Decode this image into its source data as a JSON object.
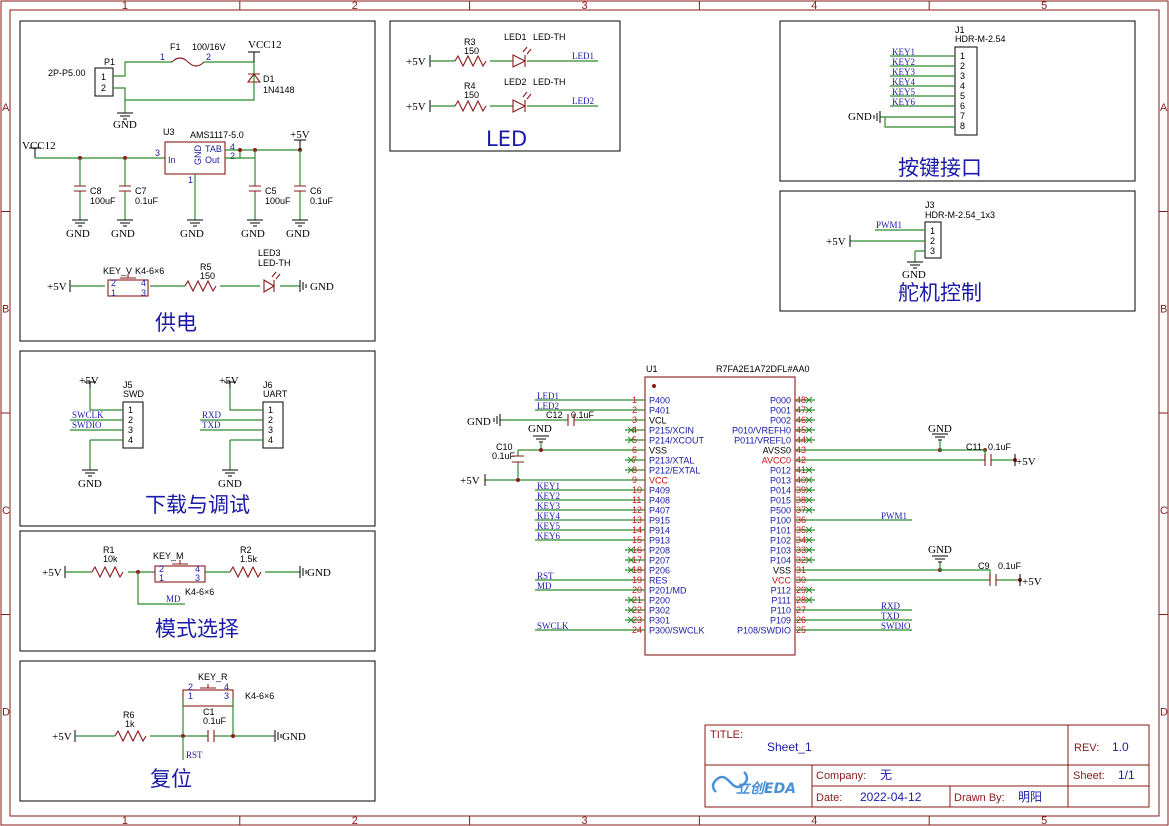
{
  "border": {
    "cols": [
      "1",
      "2",
      "3",
      "4",
      "5"
    ],
    "rows": [
      "A",
      "B",
      "C",
      "D"
    ]
  },
  "power": {
    "title": "供电",
    "p1_ref": "P1",
    "p1_value": "2P-P5.00",
    "p1_pins": [
      "1",
      "2"
    ],
    "f1_ref": "F1",
    "f1_value": "100/16V",
    "f1_pins": [
      "1",
      "2"
    ],
    "vcc12": "VCC12",
    "d1_ref": "D1",
    "d1_value": "1N4148",
    "gnd": "GND",
    "u3_ref": "U3",
    "u3_value": "AMS1117-5.0",
    "u3_in": "In",
    "u3_out": "Out",
    "u3_tab": "TAB",
    "u3_gnd": "GND",
    "u3_pins": [
      "3",
      "4",
      "2",
      "1"
    ],
    "plus5v": "+5V",
    "c8_ref": "C8",
    "c8_value": "100uF",
    "c7_ref": "C7",
    "c7_value": "0.1uF",
    "c5_ref": "C5",
    "c5_value": "100uF",
    "c6_ref": "C6",
    "c6_value": "0.1uF",
    "key_ref": "KEY_V",
    "key_value": "K4-6×6",
    "key_pins": [
      "2",
      "1",
      "4",
      "3"
    ],
    "r5_ref": "R5",
    "r5_value": "150",
    "led3_ref": "LED3",
    "led3_value": "LED-TH"
  },
  "led": {
    "title": "LED",
    "plus5v": "+5V",
    "r3_ref": "R3",
    "r3_value": "150",
    "r4_ref": "R4",
    "r4_value": "150",
    "led1_ref": "LED1",
    "led1_value": "LED-TH",
    "led2_ref": "LED2",
    "led2_value": "LED-TH",
    "net1": "LED1",
    "net2": "LED2"
  },
  "keys": {
    "title": "按键接口",
    "j1_ref": "J1",
    "j1_value": "HDR-M-2.54",
    "nets": [
      "KEY1",
      "KEY2",
      "KEY3",
      "KEY4",
      "KEY5",
      "KEY6"
    ],
    "pins": [
      "1",
      "2",
      "3",
      "4",
      "5",
      "6",
      "7",
      "8"
    ],
    "gnd": "GND"
  },
  "servo": {
    "title": "舵机控制",
    "j3_ref": "J3",
    "j3_value": "HDR-M-2.54_1x3",
    "net": "PWM1",
    "plus5v": "+5V",
    "gnd": "GND",
    "pins": [
      "1",
      "2",
      "3"
    ]
  },
  "debug": {
    "title": "下载与调试",
    "j5_ref": "J5",
    "j5_value": "SWD",
    "j6_ref": "J6",
    "j6_value": "UART",
    "plus5v": "+5V",
    "gnd": "GND",
    "j5_nets": [
      "SWCLK",
      "SWDIO"
    ],
    "j6_nets": [
      "RXD",
      "TXD"
    ],
    "pins": [
      "1",
      "2",
      "3",
      "4"
    ]
  },
  "mode": {
    "title": "模式选择",
    "r1_ref": "R1",
    "r1_value": "10k",
    "r2_ref": "R2",
    "r2_value": "1.5k",
    "key_ref": "KEY_M",
    "key_value": "K4-6×6",
    "key_pins": [
      "2",
      "1",
      "4",
      "3"
    ],
    "plus5v": "+5V",
    "gnd": "GND",
    "net": "MD"
  },
  "reset": {
    "title": "复位",
    "key_ref": "KEY_R",
    "key_value": "K4-6×6",
    "key_pins": [
      "2",
      "1",
      "4",
      "3"
    ],
    "r6_ref": "R6",
    "r6_value": "1k",
    "c1_ref": "C1",
    "c1_value": "0.1uF",
    "plus5v": "+5V",
    "gnd": "GND",
    "net": "RST"
  },
  "mcu": {
    "ref": "U1",
    "value": "R7FA2E1A72DFL#AA0",
    "left_pins": [
      {
        "num": "1",
        "name": "P400"
      },
      {
        "num": "2",
        "name": "P401"
      },
      {
        "num": "3",
        "name": "VCL"
      },
      {
        "num": "4",
        "name": "P215/XCIN"
      },
      {
        "num": "5",
        "name": "P214/XCOUT"
      },
      {
        "num": "6",
        "name": "VSS"
      },
      {
        "num": "7",
        "name": "P213/XTAL"
      },
      {
        "num": "8",
        "name": "P212/EXTAL"
      },
      {
        "num": "9",
        "name": "VCC"
      },
      {
        "num": "10",
        "name": "P409"
      },
      {
        "num": "11",
        "name": "P408"
      },
      {
        "num": "12",
        "name": "P407"
      },
      {
        "num": "13",
        "name": "P915"
      },
      {
        "num": "14",
        "name": "P914"
      },
      {
        "num": "15",
        "name": "P913"
      },
      {
        "num": "16",
        "name": "P208"
      },
      {
        "num": "17",
        "name": "P207"
      },
      {
        "num": "18",
        "name": "P206"
      },
      {
        "num": "19",
        "name": "RES"
      },
      {
        "num": "20",
        "name": "P201/MD"
      },
      {
        "num": "21",
        "name": "P200"
      },
      {
        "num": "22",
        "name": "P302"
      },
      {
        "num": "23",
        "name": "P301"
      },
      {
        "num": "24",
        "name": "P300/SWCLK"
      }
    ],
    "right_pins": [
      {
        "num": "48",
        "name": "P000"
      },
      {
        "num": "47",
        "name": "P001"
      },
      {
        "num": "46",
        "name": "P002"
      },
      {
        "num": "45",
        "name": "P010/VREFH0"
      },
      {
        "num": "44",
        "name": "P011/VREFL0"
      },
      {
        "num": "43",
        "name": "AVSS0"
      },
      {
        "num": "42",
        "name": "AVCC0"
      },
      {
        "num": "41",
        "name": "P012"
      },
      {
        "num": "40",
        "name": "P013"
      },
      {
        "num": "39",
        "name": "P014"
      },
      {
        "num": "38",
        "name": "P015"
      },
      {
        "num": "37",
        "name": "P500"
      },
      {
        "num": "36",
        "name": "P100"
      },
      {
        "num": "35",
        "name": "P101"
      },
      {
        "num": "34",
        "name": "P102"
      },
      {
        "num": "33",
        "name": "P103"
      },
      {
        "num": "32",
        "name": "P104"
      },
      {
        "num": "31",
        "name": "VSS"
      },
      {
        "num": "30",
        "name": "VCC"
      },
      {
        "num": "29",
        "name": "P112"
      },
      {
        "num": "28",
        "name": "P111"
      },
      {
        "num": "27",
        "name": "P110"
      },
      {
        "num": "26",
        "name": "P109"
      },
      {
        "num": "25",
        "name": "P108/SWDIO"
      }
    ],
    "left_nets": {
      "1": "LED1",
      "2": "LED2",
      "10": "KEY1",
      "11": "KEY2",
      "12": "KEY3",
      "13": "KEY4",
      "14": "KEY5",
      "15": "KEY6",
      "19": "RST",
      "20": "MD",
      "24": "SWCLK"
    },
    "right_nets": {
      "36": "PWM1",
      "27": "RXD",
      "26": "TXD",
      "25": "SWDIO"
    },
    "c12_ref": "C12",
    "c12_value": "0.1uF",
    "c10_ref": "C10",
    "c10_value": "0.1uF",
    "c11_ref": "C11",
    "c11_value": "0.1uF",
    "c9_ref": "C9",
    "c9_value": "0.1uF",
    "gnd": "GND",
    "plus5v": "+5V"
  },
  "title_block": {
    "title_label": "TITLE:",
    "title": "Sheet_1",
    "rev_label": "REV:",
    "rev": "1.0",
    "company_label": "Company:",
    "company": "无",
    "sheet_label": "Sheet:",
    "sheet": "1/1",
    "date_label": "Date:",
    "date": "2022-04-12",
    "drawn_label": "Drawn By:",
    "drawn": "明阳",
    "logo": "立创EDA"
  }
}
